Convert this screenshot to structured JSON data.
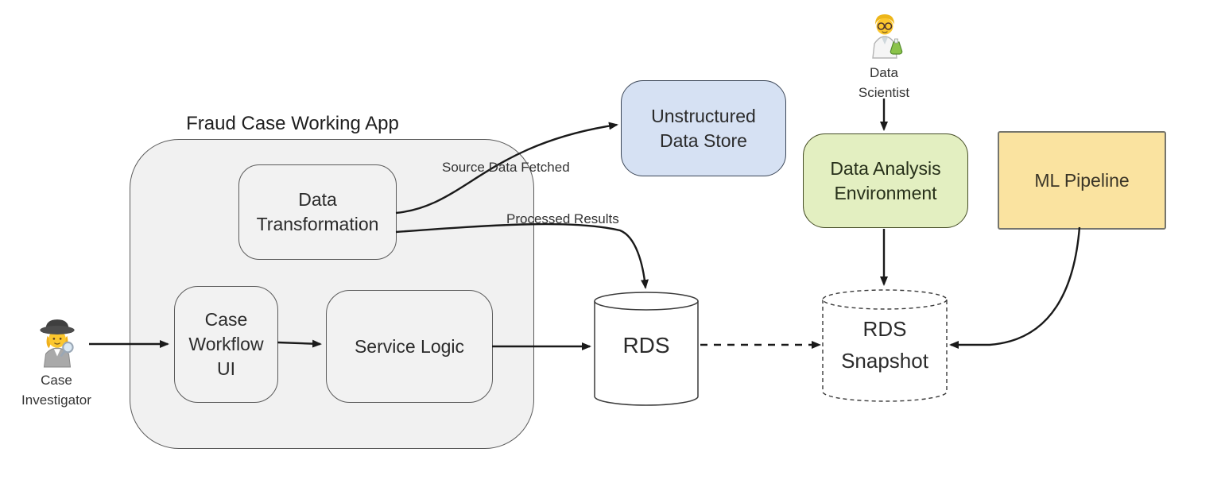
{
  "app_group": {
    "title": "Fraud Case Working App"
  },
  "nodes": {
    "data_transformation": {
      "line1": "Data",
      "line2": "Transformation"
    },
    "case_workflow_ui": {
      "line1": "Case",
      "line2": "Workflow",
      "line3": "UI"
    },
    "service_logic": {
      "label": "Service Logic"
    },
    "unstructured_data_store": {
      "line1": "Unstructured",
      "line2": "Data Store"
    },
    "data_analysis_environment": {
      "line1": "Data Analysis",
      "line2": "Environment"
    },
    "ml_pipeline": {
      "label": "ML Pipeline"
    },
    "rds": {
      "label": "RDS"
    },
    "rds_snapshot": {
      "line1": "RDS",
      "line2": "Snapshot"
    }
  },
  "actors": {
    "case_investigator": {
      "icon": "woman-detective-emoji",
      "line1": "Case",
      "line2": "Investigator"
    },
    "data_scientist": {
      "icon": "man-scientist-emoji",
      "line1": "Data",
      "line2": "Scientist"
    }
  },
  "edge_labels": {
    "source_data_fetched": "Source Data Fetched",
    "processed_results": "Processed Results"
  },
  "colors": {
    "container_fill": "#f1f1f1",
    "unstructured_store_fill": "#d6e1f3",
    "analysis_env_fill": "#e3efc1",
    "ml_pipeline_fill": "#fae3a0",
    "arrow_stroke": "#1a1a1a",
    "text": "#2e2e2e"
  }
}
